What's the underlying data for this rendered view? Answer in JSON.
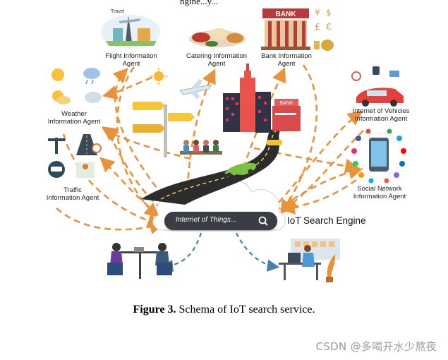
{
  "top_cut_text": "ngine...y...",
  "agents": {
    "flight": [
      "Flight Information",
      "Agent"
    ],
    "catering": [
      "Catering Information",
      "Agent"
    ],
    "bank": [
      "Bank Information",
      "Agent"
    ],
    "weather": [
      "Weather",
      "Information Agent"
    ],
    "vehicles": [
      "Internet of Vehicles",
      "Information Agent"
    ],
    "traffic": [
      "Traffic",
      "Information Agent"
    ],
    "social": [
      "Social Network",
      "Information Agent"
    ]
  },
  "travel_tag": "Travel",
  "bank_sign": "BANK",
  "bank_sign_small": "BANK",
  "search": {
    "text": "Internet of Things..."
  },
  "engine_label": "IoT Search Engine",
  "caption": {
    "prefix": "Figure 3.",
    "text": " Schema of IoT search service."
  },
  "watermark": "CSDN @多喝开水少熬夜",
  "colors": {
    "arrow": "#e8923a",
    "blue_arrow": "#4a7fa8",
    "search_bg": "#3a3d43"
  }
}
